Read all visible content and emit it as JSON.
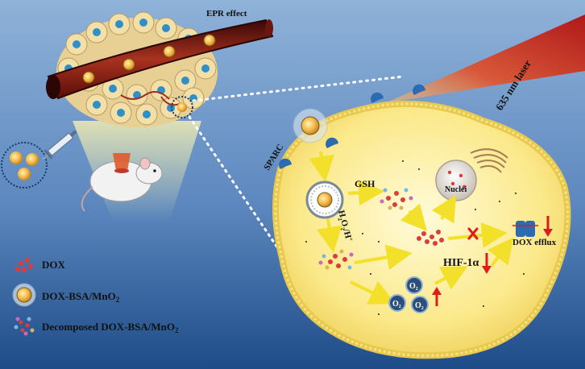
{
  "labels": {
    "epr": "EPR effect",
    "laser": "635 nm laser",
    "sparc": "SPARC",
    "gsh": "GSH",
    "h2o2": "H",
    "h2o2_sub1": "2",
    "h2o2_o": "O",
    "h2o2_sub2": "2",
    "h2o2_h": "/H",
    "h2o2_sup": "+",
    "nuclei": "Nuclei",
    "dox_efflux": "DOX efflux",
    "hif": "HIF-1α",
    "o2": "O",
    "o2_sub": "2"
  },
  "legend": {
    "dox": "DOX",
    "bsa_main": "DOX-BSA/MnO",
    "bsa_sub": "2",
    "decomposed_main": "Decomposed DOX-BSA/MnO",
    "decomposed_sub": "2"
  },
  "colors": {
    "background_top": "#7fa6d0",
    "background_bottom": "#1f4f8a",
    "cell": "#fbeb8e",
    "vessel": "#7a1d16",
    "laser": "#c0392b",
    "arrow": "#f2e02a",
    "red_mark": "#e01b1b"
  },
  "icons": [
    "syringe-icon",
    "mouse-icon",
    "nanoparticle-icon",
    "red-x-icon",
    "down-arrow-icon",
    "up-arrow-icon"
  ]
}
